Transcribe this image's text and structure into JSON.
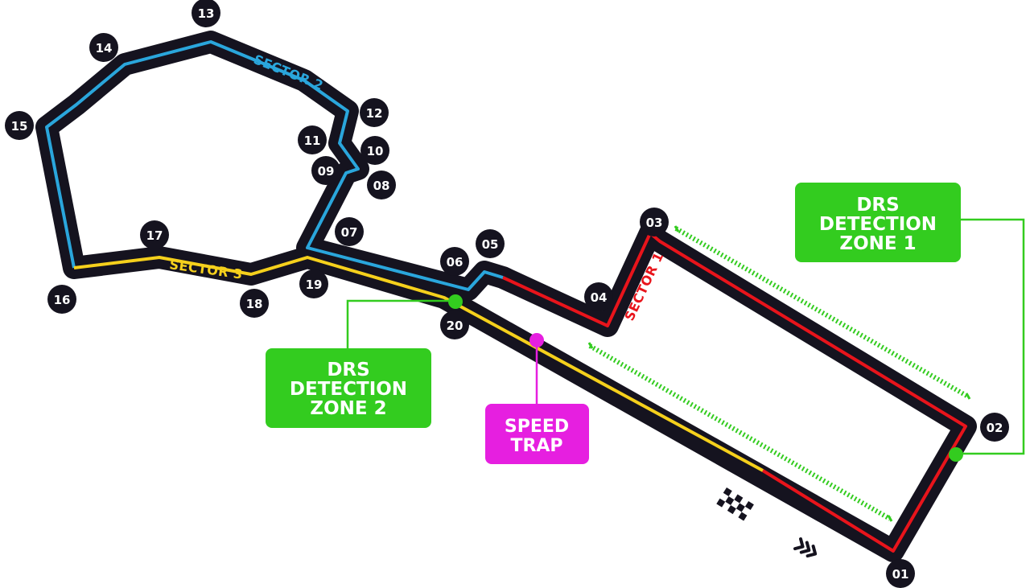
{
  "colors": {
    "track": "#15131f",
    "sector1": "#e8141b",
    "sector2": "#2aa6dc",
    "sector3": "#f5d01c",
    "drs": "#33cc1f",
    "speed_trap": "#e61fe0",
    "marker_text": "#ffffff"
  },
  "sectors": [
    {
      "id": "sector1",
      "label": "SECTOR 1"
    },
    {
      "id": "sector2",
      "label": "SECTOR 2"
    },
    {
      "id": "sector3",
      "label": "SECTOR 3"
    }
  ],
  "corners": [
    "01",
    "02",
    "03",
    "04",
    "05",
    "06",
    "07",
    "08",
    "09",
    "10",
    "11",
    "12",
    "13",
    "14",
    "15",
    "16",
    "17",
    "18",
    "19",
    "20"
  ],
  "callouts": {
    "drs_zone_1": {
      "lines": [
        "DRS",
        "DETECTION",
        "ZONE 1"
      ]
    },
    "drs_zone_2": {
      "lines": [
        "DRS",
        "DETECTION",
        "ZONE 2"
      ]
    },
    "speed_trap": {
      "lines": [
        "SPEED",
        "TRAP"
      ]
    }
  },
  "icons": {
    "start_finish": "checkered-flag-icon",
    "direction": "chevron-right-icon"
  }
}
